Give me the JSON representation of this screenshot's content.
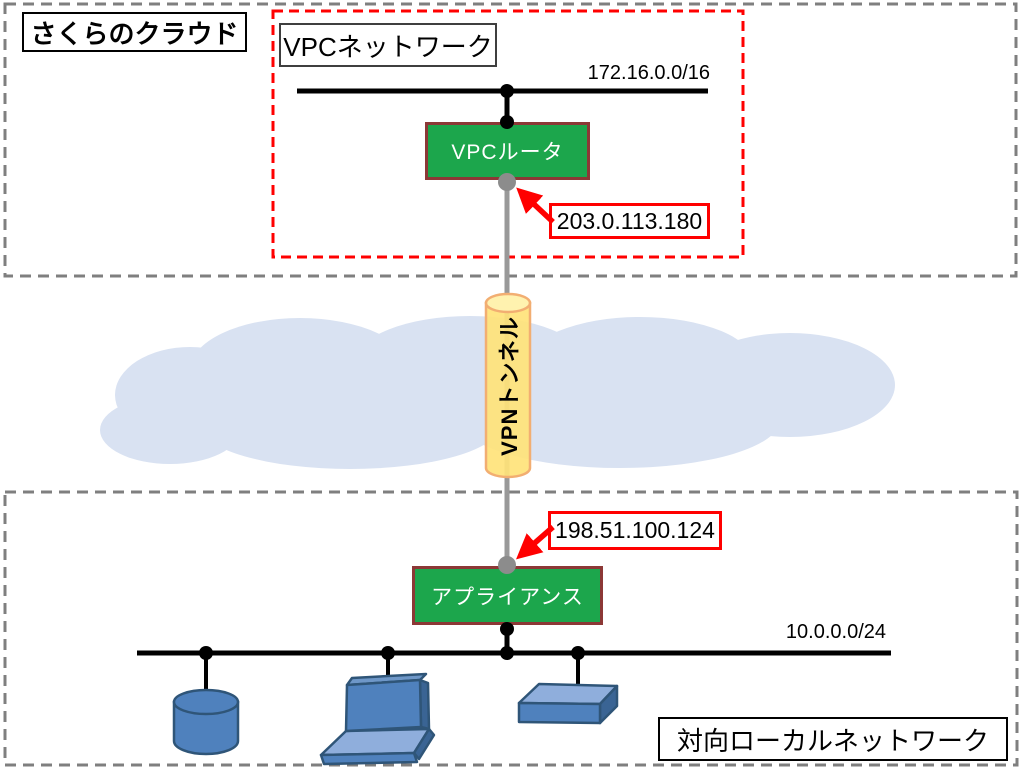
{
  "zones": {
    "sakura": {
      "label": "さくらのクラウド"
    },
    "vpc": {
      "label": "VPCネットワーク",
      "cidr": "172.16.0.0/16"
    },
    "local": {
      "label": "対向ローカルネットワーク",
      "cidr": "10.0.0.0/24"
    }
  },
  "nodes": {
    "router": {
      "label": "VPCルータ",
      "ip": "203.0.113.180"
    },
    "appliance": {
      "label": "アプライアンス",
      "ip": "198.51.100.124"
    },
    "tunnel": {
      "label": "VPNトンネル"
    }
  },
  "icons": {
    "cloud": "internet-cloud",
    "tunnel_cylinder": "vpn-tunnel-cylinder",
    "database": "database-server",
    "laptop": "client-laptop",
    "switch": "network-appliance-box"
  },
  "colors": {
    "node_fill": "#1CA64C",
    "node_border": "#8C3836",
    "callout_border": "#FF0000",
    "zone_border_gray": "#7F7F7F",
    "zone_border_red": "#FF0000",
    "cloud_fill": "#D9E2F2",
    "tunnel_fill": "#FFE379",
    "tunnel_border": "#F2AE72",
    "device_fill": "#4F81BD",
    "device_face_light": "#8FAEDC",
    "device_face_dark": "#3A6494",
    "device_border": "#2F5578",
    "line_black": "#000000",
    "line_gray": "#999999"
  }
}
